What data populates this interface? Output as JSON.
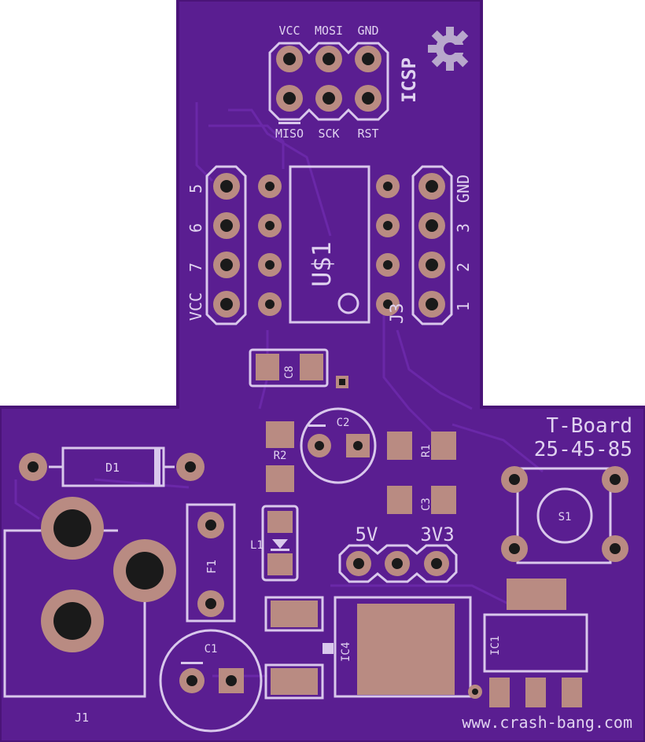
{
  "colors": {
    "board": "#5a1e91",
    "board_edge": "#4a1478",
    "copper": "#b98b82",
    "silk": "#d9c8ec",
    "hole": "#1a1a1a"
  },
  "icsp": {
    "title": "ICSP",
    "top": [
      "VCC",
      "MOSI",
      "GND"
    ],
    "bottom": [
      "MISO",
      "SCK",
      "RST"
    ]
  },
  "left_header": [
    "5",
    "6",
    "7",
    "VCC"
  ],
  "right_header": [
    "GND",
    "3",
    "2",
    "1"
  ],
  "u1": {
    "ref": "U$1"
  },
  "labels": {
    "c8": "C8",
    "c2": "C2",
    "r2": "R2",
    "r1": "R1",
    "c3": "C3",
    "d1": "D1",
    "f1": "F1",
    "l1": "L1",
    "s1": "S1",
    "ic1": "IC1",
    "ic4": "IC4",
    "c1": "C1",
    "j1": "J1",
    "j3": "J3"
  },
  "power": {
    "v5": "5V",
    "v33": "3V3"
  },
  "title": {
    "line1": "T-Board",
    "line2": "25-45-85"
  },
  "url": "www.crash-bang.com",
  "icons": {
    "logo": "gear-c-logo-icon"
  }
}
